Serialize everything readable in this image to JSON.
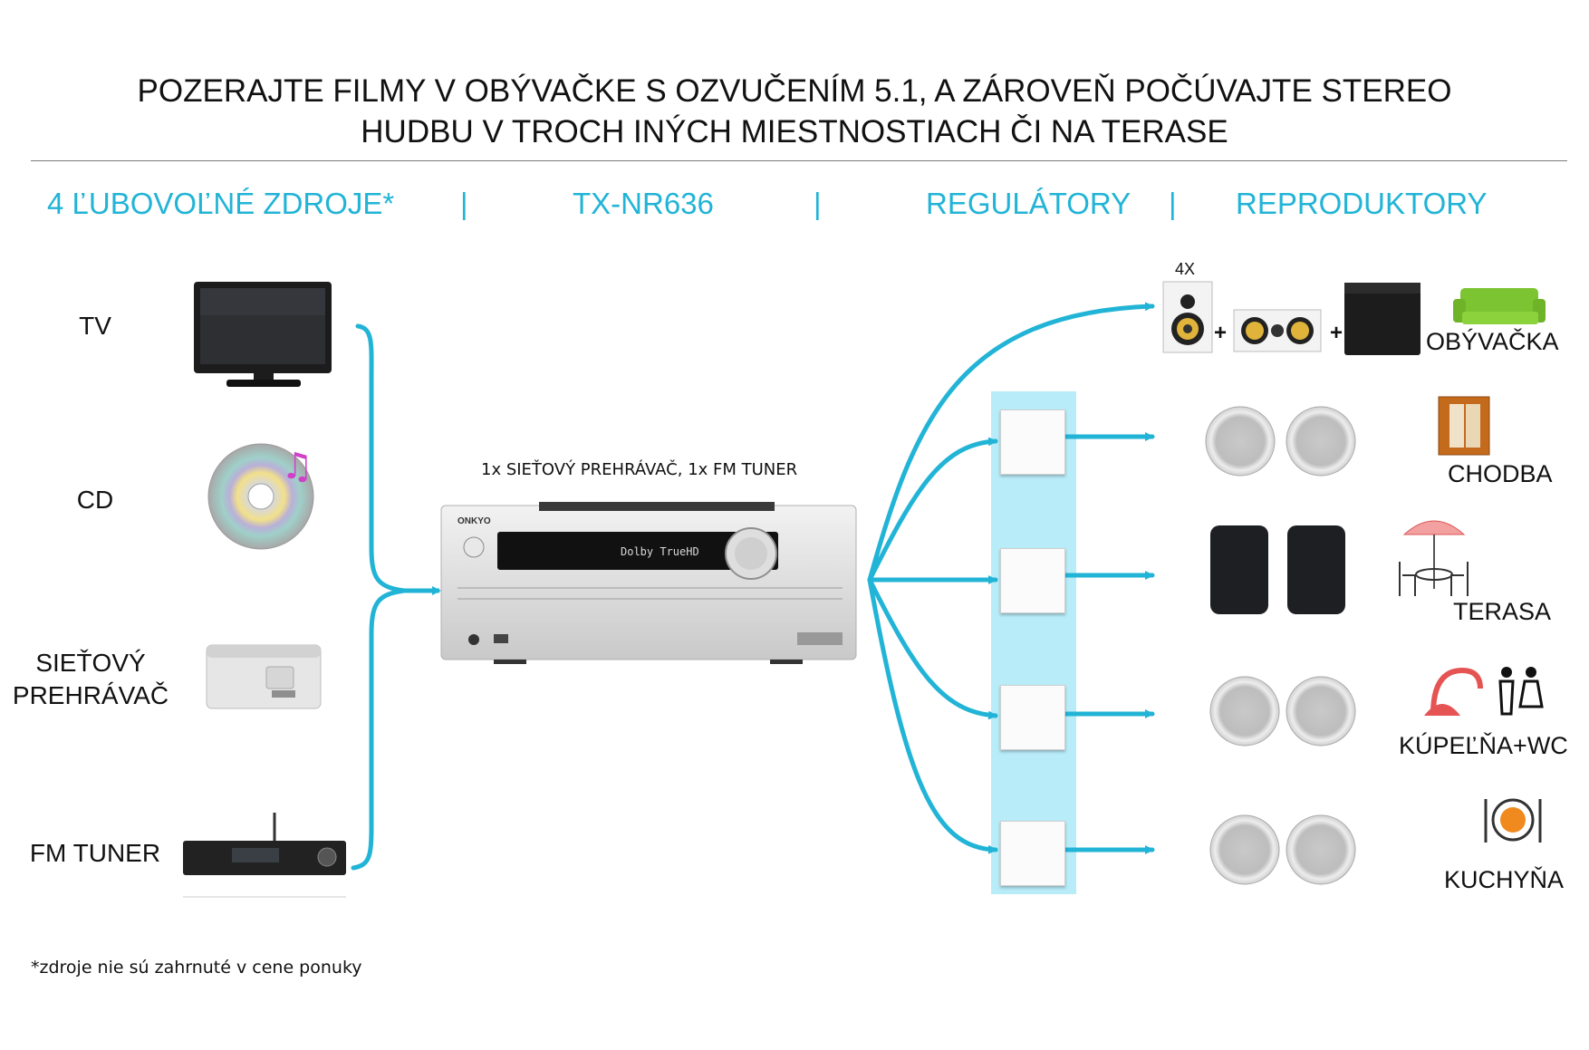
{
  "title": {
    "line1": "POZERAJTE FILMY V OBÝVAČKE S OZVUČENÍM 5.1, A ZÁROVEŇ POČÚVAJTE STEREO",
    "line2": "HUDBU V TROCH INÝCH MIESTNOSTIACH ČI NA TERASE"
  },
  "columns": {
    "sources": "4 ĽUBOVOĽNÉ ZDROJE*",
    "receiver": "TX-NR636",
    "controllers": "REGULÁTORY",
    "speakers": "REPRODUKTORY",
    "separator": "|"
  },
  "sources": [
    {
      "label": "TV"
    },
    {
      "label": "CD"
    },
    {
      "label_line1": "SIEŤOVÝ",
      "label_line2": "PREHRÁVAČ"
    },
    {
      "label": "FM TUNER"
    }
  ],
  "receiver": {
    "caption": "1x SIEŤOVÝ PREHRÁVAČ, 1x FM TUNER",
    "brand": "ONKYO",
    "display": "Dolby TrueHD"
  },
  "speakers": {
    "main_count": "4X",
    "plus": "+"
  },
  "rooms": [
    "OBÝVAČKA",
    "CHODBA",
    "TERASA",
    "KÚPEĽŇA+WC",
    "KUCHYŇA"
  ],
  "footnote": "*zdroje nie sú zahrnuté v cene ponuky",
  "colors": {
    "accent": "#22b4d6",
    "band": "#b8ecf8"
  }
}
